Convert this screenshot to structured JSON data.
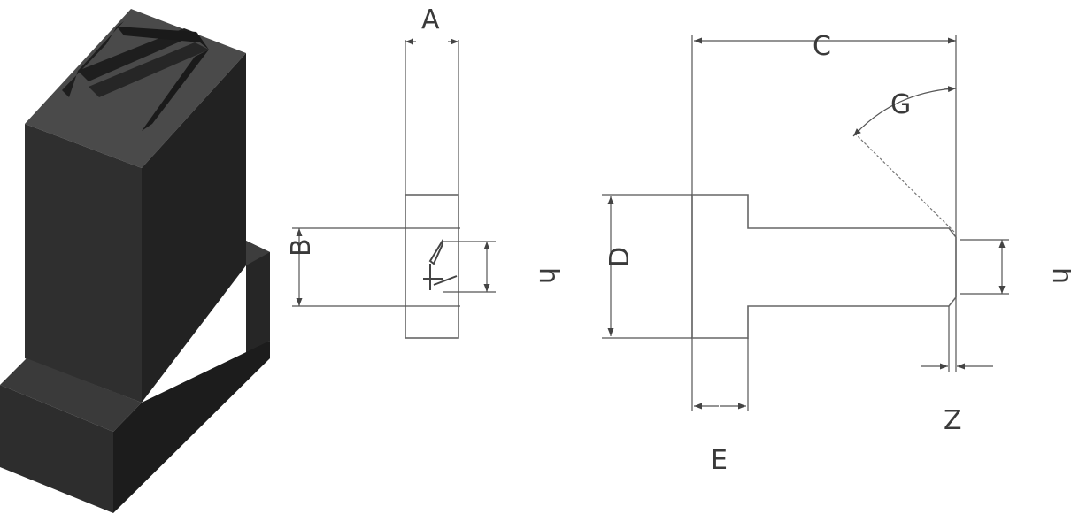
{
  "front_view": {
    "label_A": "A",
    "label_B": "B",
    "label_h": "h"
  },
  "side_view": {
    "label_C": "C",
    "label_G": "G",
    "label_D": "D",
    "label_h": "h",
    "label_E": "E",
    "label_Z": "Z"
  },
  "colors": {
    "block_top": "#4a4a4a",
    "block_front": "#2f2f2f",
    "block_side": "#1f1f1f",
    "line": "#555555"
  }
}
